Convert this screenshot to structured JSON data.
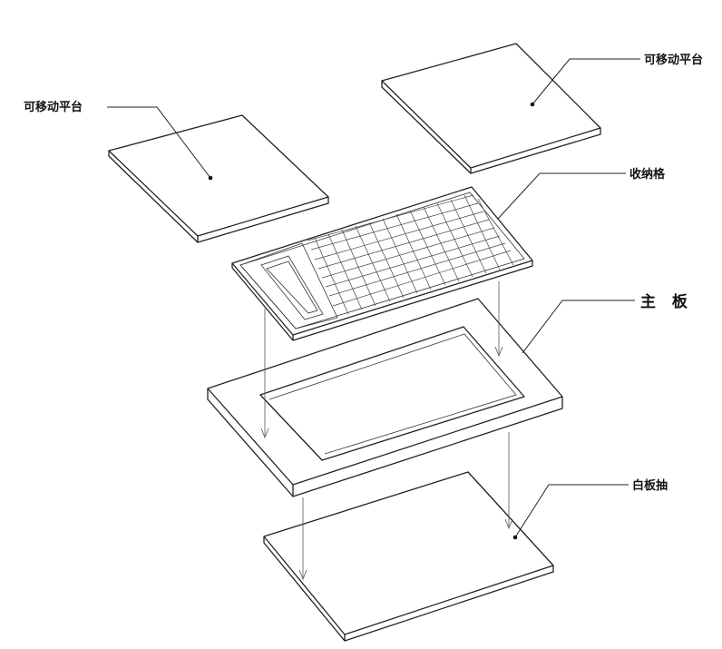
{
  "labels": {
    "platform_left": "可移动平台",
    "platform_right": "可移动平台",
    "storage_grid": "收纳格",
    "main_board": "主 板",
    "white_board_drawer": "白板抽"
  }
}
